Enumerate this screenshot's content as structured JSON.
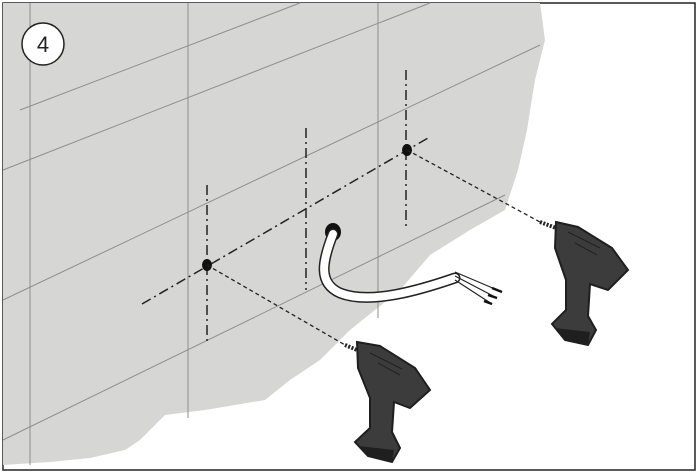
{
  "figure": {
    "step_number": "4",
    "colors": {
      "wall": "#d6d7d5",
      "tile_line": "#8e8f8d",
      "outline": "#222222",
      "drill_body": "#3c3c3c",
      "drill_dark": "#1f1f1f",
      "cable": "#ffffff"
    },
    "icons": [
      "wall-panel",
      "drill-hole",
      "cable-outlet",
      "power-cable",
      "power-drill",
      "power-drill"
    ]
  }
}
